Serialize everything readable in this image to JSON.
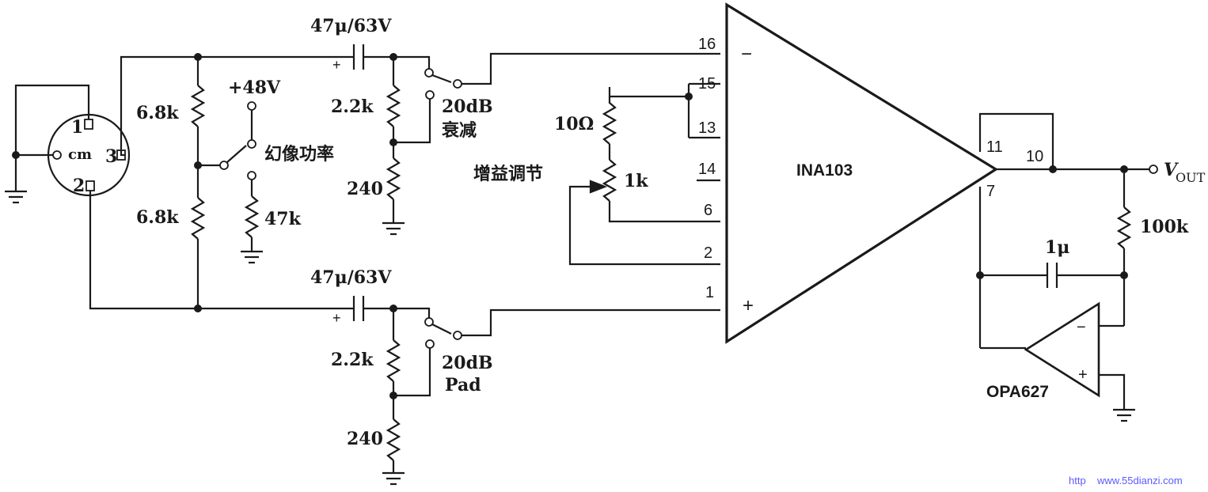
{
  "connector": {
    "pin1": "1",
    "pin2": "2",
    "pin3": "3",
    "center": "cm"
  },
  "capacitor_top": "47μ/63V",
  "capacitor_bottom": "47μ/63V",
  "resistor_bias_top": "6.8k",
  "resistor_bias_bottom": "6.8k",
  "phantom_supply": "+48V",
  "phantom_label": "幻像功率",
  "resistor_phantom": "47k",
  "pad_top": {
    "r1": "2.2k",
    "r2": "240",
    "label_line1": "20dB",
    "label_line2": "衰减"
  },
  "pad_bottom": {
    "r1": "2.2k",
    "r2": "240",
    "label_line1": "20dB",
    "label_line2": "Pad"
  },
  "gain": {
    "label": "增益调节",
    "resistor_fixed": "10Ω",
    "pot": "1k"
  },
  "ina": {
    "name": "INA103",
    "pins": [
      "16",
      "15",
      "13",
      "14",
      "6",
      "2",
      "1",
      "11",
      "10",
      "7"
    ],
    "inverting_sign": "−",
    "noninverting_sign": "+"
  },
  "servo": {
    "name": "OPA627",
    "cap": "1μ",
    "resistor": "100k",
    "inverting_sign": "−",
    "noninverting_sign": "+"
  },
  "output": {
    "label_main": "V",
    "label_sub": "OUT"
  },
  "watermark": {
    "prefix": "http",
    "site": "www.55dianzi.com"
  }
}
